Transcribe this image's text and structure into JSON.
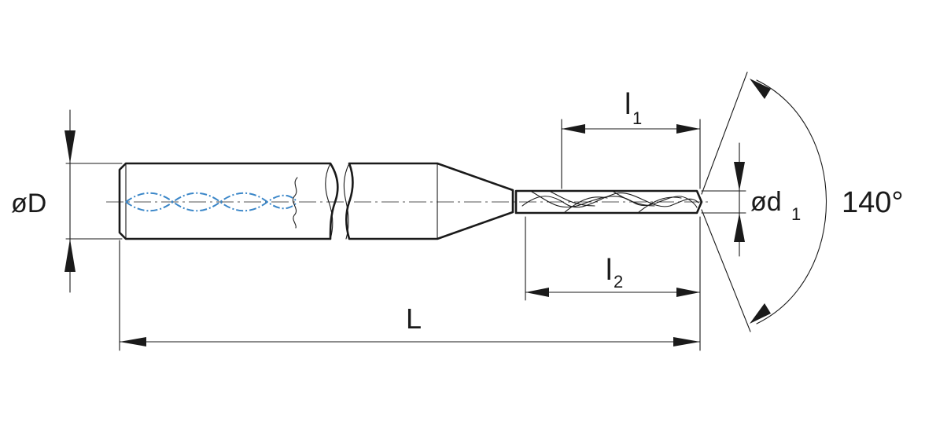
{
  "labels": {
    "shank_diameter": "øD",
    "flute_length_symbol": "l",
    "flute_length_sub": "1",
    "body_length_symbol": "l",
    "body_length_sub": "2",
    "tip_diameter_symbol": "ød",
    "tip_diameter_sub": "1",
    "total_length": "L",
    "point_angle": "140°"
  },
  "colors": {
    "line": "#1a1a1a",
    "coolant_channel": "#3a86c8"
  }
}
